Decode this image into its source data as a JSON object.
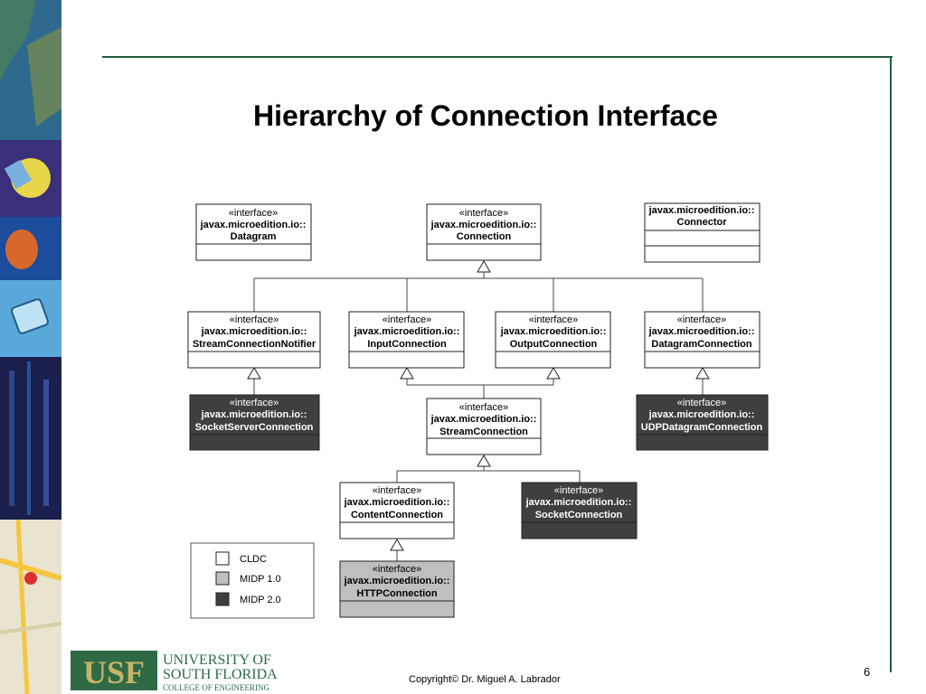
{
  "slide": {
    "title": "Hierarchy of Connection Interface",
    "copyright": "Copyright© Dr. Miguel A. Labrador",
    "page_number": "6"
  },
  "logo": {
    "initials": "USF",
    "line1": "UNIVERSITY OF",
    "line2": "SOUTH FLORIDA",
    "line3": "COLLEGE OF ENGINEERING"
  },
  "diagram": {
    "stereotype": "«interface»",
    "package": "javax.microedition.io::",
    "classes": {
      "datagram": "Datagram",
      "connection": "Connection",
      "connector": "Connector",
      "stream_connection_notifier": "StreamConnectionNotifier",
      "input_connection": "InputConnection",
      "output_connection": "OutputConnection",
      "datagram_connection": "DatagramConnection",
      "socket_server_connection": "SocketServerConnection",
      "stream_connection": "StreamConnection",
      "udp_datagram_connection": "UDPDatagramConnection",
      "content_connection": "ContentConnection",
      "socket_connection": "SocketConnection",
      "http_connection": "HTTPConnection"
    },
    "legend": {
      "cldc": "CLDC",
      "midp1": "MIDP 1.0",
      "midp2": "MIDP 2.0"
    },
    "colors": {
      "cldc": "#ffffff",
      "midp1": "#bfbfbf",
      "midp2": "#3f3f3f"
    }
  }
}
